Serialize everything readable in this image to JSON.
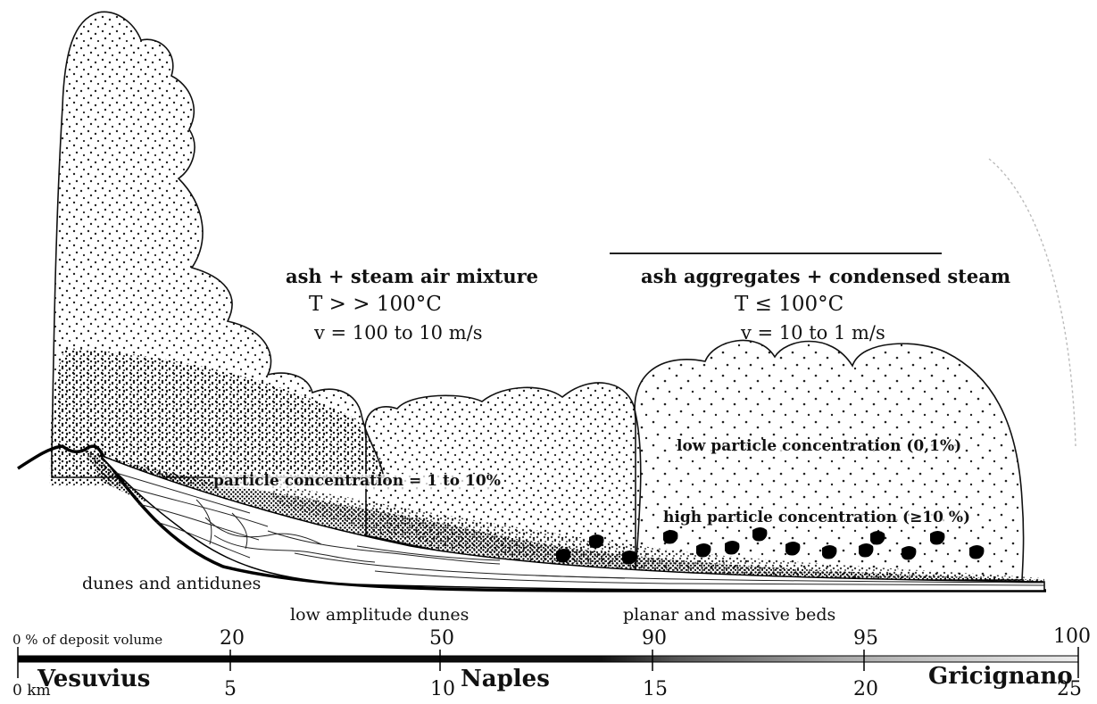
{
  "zones": {
    "proximal": {
      "heading": "ash + steam air mixture",
      "temperature": "T > > 100°C",
      "velocity": "v = 100 to 10 m/s"
    },
    "distal": {
      "heading": "ash aggregates + condensed steam",
      "temperature": "T ≤ 100°C",
      "velocity": "v = 10 to 1 m/s"
    }
  },
  "concentrations": {
    "mid": "particle concentration = 1 to 10%",
    "low": "low particle concentration (0,1%)",
    "high": "high particle concentration (≥10 %)"
  },
  "bedforms": {
    "dunes": "dunes and antidunes",
    "low_amplitude": "low amplitude dunes",
    "planar": "planar and massive beds"
  },
  "scale": {
    "top_caption": "0 % of deposit volume",
    "volume_ticks": [
      "20",
      "50",
      "90",
      "95",
      "100"
    ],
    "distance_start": "0 km",
    "distance_ticks": [
      "5",
      "10",
      "15",
      "20",
      "25"
    ],
    "places": [
      "Vesuvius",
      "Naples",
      "Gricignano"
    ]
  }
}
